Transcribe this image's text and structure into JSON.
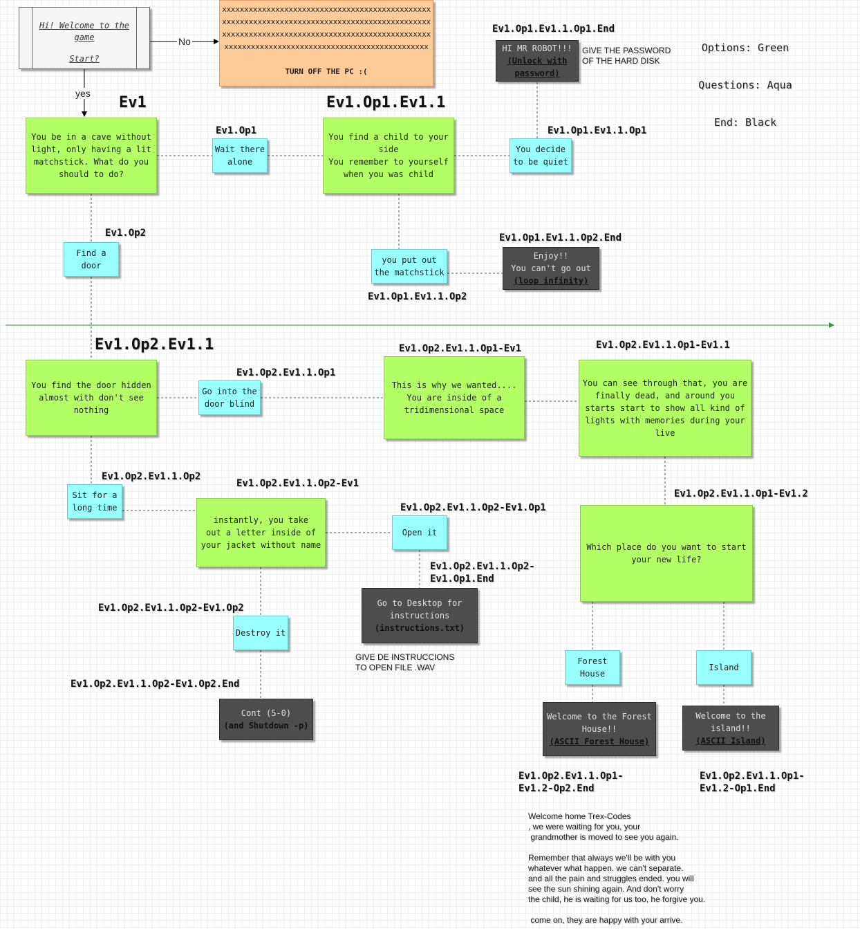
{
  "legend": {
    "options": "Options: Green",
    "questions": "Questions: Aqua",
    "end": "End: Black"
  },
  "colors": {
    "green": "#b3ff66",
    "aqua": "#99ffff",
    "black": "#4d4d4d",
    "orange": "#ffcc99",
    "timeline": "#2ca02c"
  },
  "start": {
    "line1": "Hi! Welcome to the game",
    "line2": "Start?"
  },
  "edges": {
    "no": "No",
    "yes": "yes"
  },
  "turnoff": {
    "x1": "xxxxxxxxxxxxxxxxxxxxxxxxxxxxxxxxxxxxxxxxxxxxxxx",
    "x2": "xxxxxxxxxxxxxxxxxxxxxxxxxxxxxxxxxxxxxxxxxxxxxxx",
    "x3": "xxxxxxxxxxxxxxxxxxxxxxxxxxxxxxxxxxxxxxxxxxxxxxx",
    "x4": "xxxxxxxxxxxxxxxxxxxxxxxxxxxxxxxxxxxxxxxxxxxxxx",
    "text": "TURN OFF THE PC :("
  },
  "labels": {
    "ev1": "Ev1",
    "ev1_op1_ev1_1": "Ev1.Op1.Ev1.1",
    "ev1_op1": "Ev1.Op1",
    "ev1_op2": "Ev1.Op2",
    "ev1_op1_ev1_1_op1_end": "Ev1.Op1.Ev1.1.Op1.End",
    "ev1_op1_ev1_1_op1": "Ev1.Op1.Ev1.1.Op1",
    "ev1_op1_ev1_1_op2_end": "Ev1.Op1.Ev1.1.Op2.End",
    "ev1_op1_ev1_1_op2": "Ev1.Op1.Ev1.1.Op2",
    "ev1_op2_ev1_1": "Ev1.Op2.Ev1.1",
    "ev1_op2_ev1_1_op1": "Ev1.Op2.Ev1.1.Op1",
    "ev1_op2_ev1_1_op1_ev1": "Ev1.Op2.Ev1.1.Op1-Ev1",
    "ev1_op2_ev1_1_op1_ev1_1": "Ev1.Op2.Ev1.1.Op1-Ev1.1",
    "ev1_op2_ev1_1_op2": "Ev1.Op2.Ev1.1.Op2",
    "ev1_op2_ev1_1_op2_ev1": "Ev1.Op2.Ev1.1.Op2-Ev1",
    "ev1_op2_ev1_1_op2_ev1_op1": "Ev1.Op2.Ev1.1.Op2-Ev1.Op1",
    "ev1_op2_ev1_1_op2_ev1_op1_end": "Ev1.Op2.Ev1.1.Op2-\nEv1.Op1.End",
    "ev1_op2_ev1_1_op2_ev1_op2": "Ev1.Op2.Ev1.1.Op2-Ev1.Op2",
    "ev1_op2_ev1_1_op2_ev1_op2_end": "Ev1.Op2.Ev1.1.Op2-Ev1.Op2.End",
    "ev1_op2_ev1_1_op1_ev1_2": "Ev1.Op2.Ev1.1.Op1-Ev1.2",
    "ev1_op2_ev1_1_op1_ev1_2_op2_end": "Ev1.Op2.Ev1.1.Op1-\nEv1.2-Op2.End",
    "ev1_op2_ev1_1_op1_ev1_2_op1_end": "Ev1.Op2.Ev1.1.Op1-\nEv1.2-Op1.End"
  },
  "nodes": {
    "cave": "You be in a cave without\nlight, only having a lit\nmatchstick. What do you\nshould to do?",
    "wait_alone": "Wait there\nalone",
    "child": "You find a child to your\nside\nYou remember to yourself\nwhen you was child",
    "quiet": "You decide\nto be quiet",
    "robot_plain": "HI MR ROBOT!!!",
    "robot_bold": "(Unlock with\npassword)",
    "put_out": "you put out\nthe matchstick",
    "enjoy_plain": "Enjoy!!\nYou can't go out",
    "enjoy_bold": "(loop infinity)",
    "find_door": "Find a\ndoor",
    "door_hidden": "You find the door hidden\nalmost with don't see\nnothing",
    "door_blind": "Go into the\ndoor blind",
    "tridimensional": "This is why we wanted....\nYou are inside of a\ntridimensional space",
    "dead": "You can see through that, you are\nfinally dead, and around you\nstarts start to show all kind of\nlights with memories during your\nlive",
    "sit": "Sit for a\nlong time",
    "letter": "instantly, you take\nout a letter inside of\nyour jacket without name",
    "open_it": "Open it",
    "desktop_plain": "Go to Desktop for\ninstructions",
    "desktop_bold": "(instructions.txt)",
    "destroy": "Destroy it",
    "cont_plain": "Cont (5-0)",
    "cont_bold": "(and Shutdown -p)",
    "which_place": "Which place do you want to start\nyour new life?",
    "forest": "Forest\nHouse",
    "island": "Island",
    "welcome_forest_plain": "Welcome to the Forest\nHouse!!",
    "welcome_forest_bold": "(ASCII Forest House)",
    "welcome_island_plain": "Welcome to the\nisland!!",
    "welcome_island_bold": "(ASCII Island)"
  },
  "notes": {
    "password": "GIVE THE PASSWORD\nOF THE HARD DISK",
    "wav": "GIVE DE INSTRUCCIONS\nTO OPEN FILE .WAV",
    "letter_text": "Welcome home Trex-Codes\n, we were waiting for you, your\n grandmother is moved to see you again.\n\nRemember that always we'll be with you\nwhatever what happen. we can't separate.\nand all the pain and struggles ended. you will\nsee the sun shining again. And don't worry\nthe child, he is waiting for us too, he forgive you.\n\n come on, they are happy with your arrive."
  }
}
